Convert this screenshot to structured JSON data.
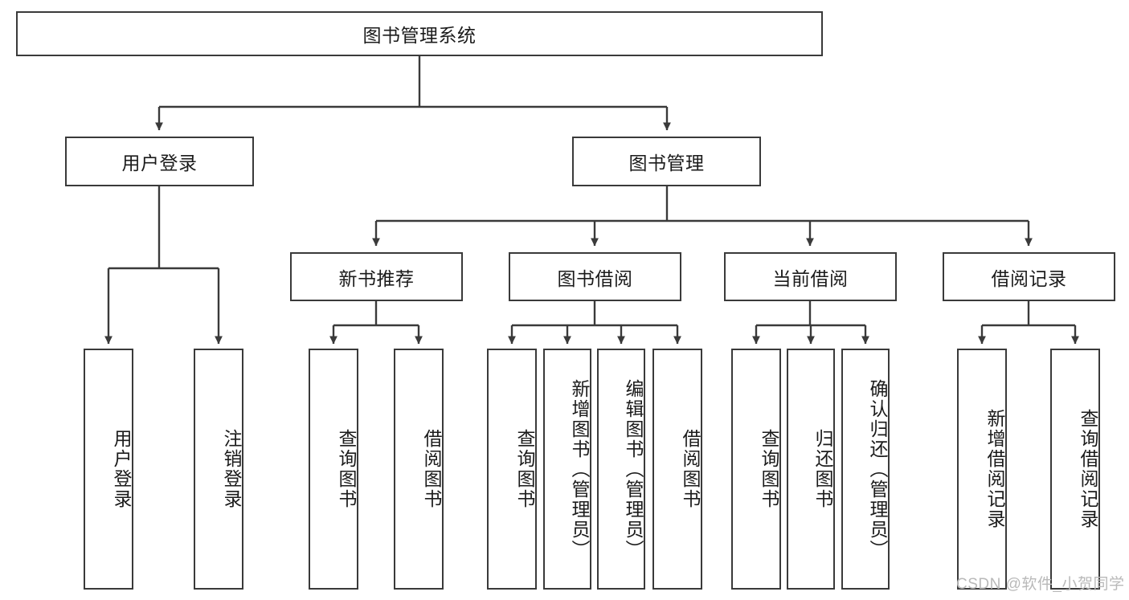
{
  "diagram": {
    "type": "tree-hierarchy",
    "title": "图书管理系统",
    "root": {
      "id": "root",
      "label": "图书管理系统",
      "orientation": "horizontal"
    },
    "level1": [
      {
        "id": "user-login",
        "label": "用户登录",
        "orientation": "horizontal"
      },
      {
        "id": "book-management",
        "label": "图书管理",
        "orientation": "horizontal"
      }
    ],
    "level2": [
      {
        "id": "new-book-recommend",
        "label": "新书推荐",
        "orientation": "horizontal",
        "parent": "book-management"
      },
      {
        "id": "book-borrow",
        "label": "图书借阅",
        "orientation": "horizontal",
        "parent": "book-management"
      },
      {
        "id": "current-borrow",
        "label": "当前借阅",
        "orientation": "horizontal",
        "parent": "book-management"
      },
      {
        "id": "borrow-record",
        "label": "借阅记录",
        "orientation": "horizontal",
        "parent": "book-management"
      }
    ],
    "leaves": [
      {
        "id": "leaf-user-login",
        "label": "用户登录",
        "orientation": "vertical",
        "parent": "user-login"
      },
      {
        "id": "leaf-user-logout",
        "label": "注销登录",
        "orientation": "vertical",
        "parent": "user-login"
      },
      {
        "id": "leaf-query-book-1",
        "label": "查询图书",
        "orientation": "vertical",
        "parent": "new-book-recommend"
      },
      {
        "id": "leaf-borrow-book-1",
        "label": "借阅图书",
        "orientation": "vertical",
        "parent": "new-book-recommend"
      },
      {
        "id": "leaf-query-book-2",
        "label": "查询图书",
        "orientation": "vertical",
        "parent": "book-borrow"
      },
      {
        "id": "leaf-add-book",
        "label": "新增图书（管理员）",
        "orientation": "vertical",
        "parent": "book-borrow"
      },
      {
        "id": "leaf-edit-book",
        "label": "编辑图书（管理员）",
        "orientation": "vertical",
        "parent": "book-borrow"
      },
      {
        "id": "leaf-borrow-book-2",
        "label": "借阅图书",
        "orientation": "vertical",
        "parent": "book-borrow"
      },
      {
        "id": "leaf-query-book-3",
        "label": "查询图书",
        "orientation": "vertical",
        "parent": "current-borrow"
      },
      {
        "id": "leaf-return-book",
        "label": "归还图书",
        "orientation": "vertical",
        "parent": "current-borrow"
      },
      {
        "id": "leaf-confirm-return",
        "label": "确认归还（管理员）",
        "orientation": "vertical",
        "parent": "current-borrow"
      },
      {
        "id": "leaf-add-record",
        "label": "新增借阅记录",
        "orientation": "vertical",
        "parent": "borrow-record"
      },
      {
        "id": "leaf-query-record",
        "label": "查询借阅记录",
        "orientation": "vertical",
        "parent": "borrow-record"
      }
    ]
  },
  "watermark": {
    "text": "CSDN @软件_小贺同学"
  },
  "colors": {
    "stroke": "#3a3a3a",
    "text": "#1b1b1b",
    "background": "#ffffff",
    "watermark": "#b9b9b9"
  }
}
